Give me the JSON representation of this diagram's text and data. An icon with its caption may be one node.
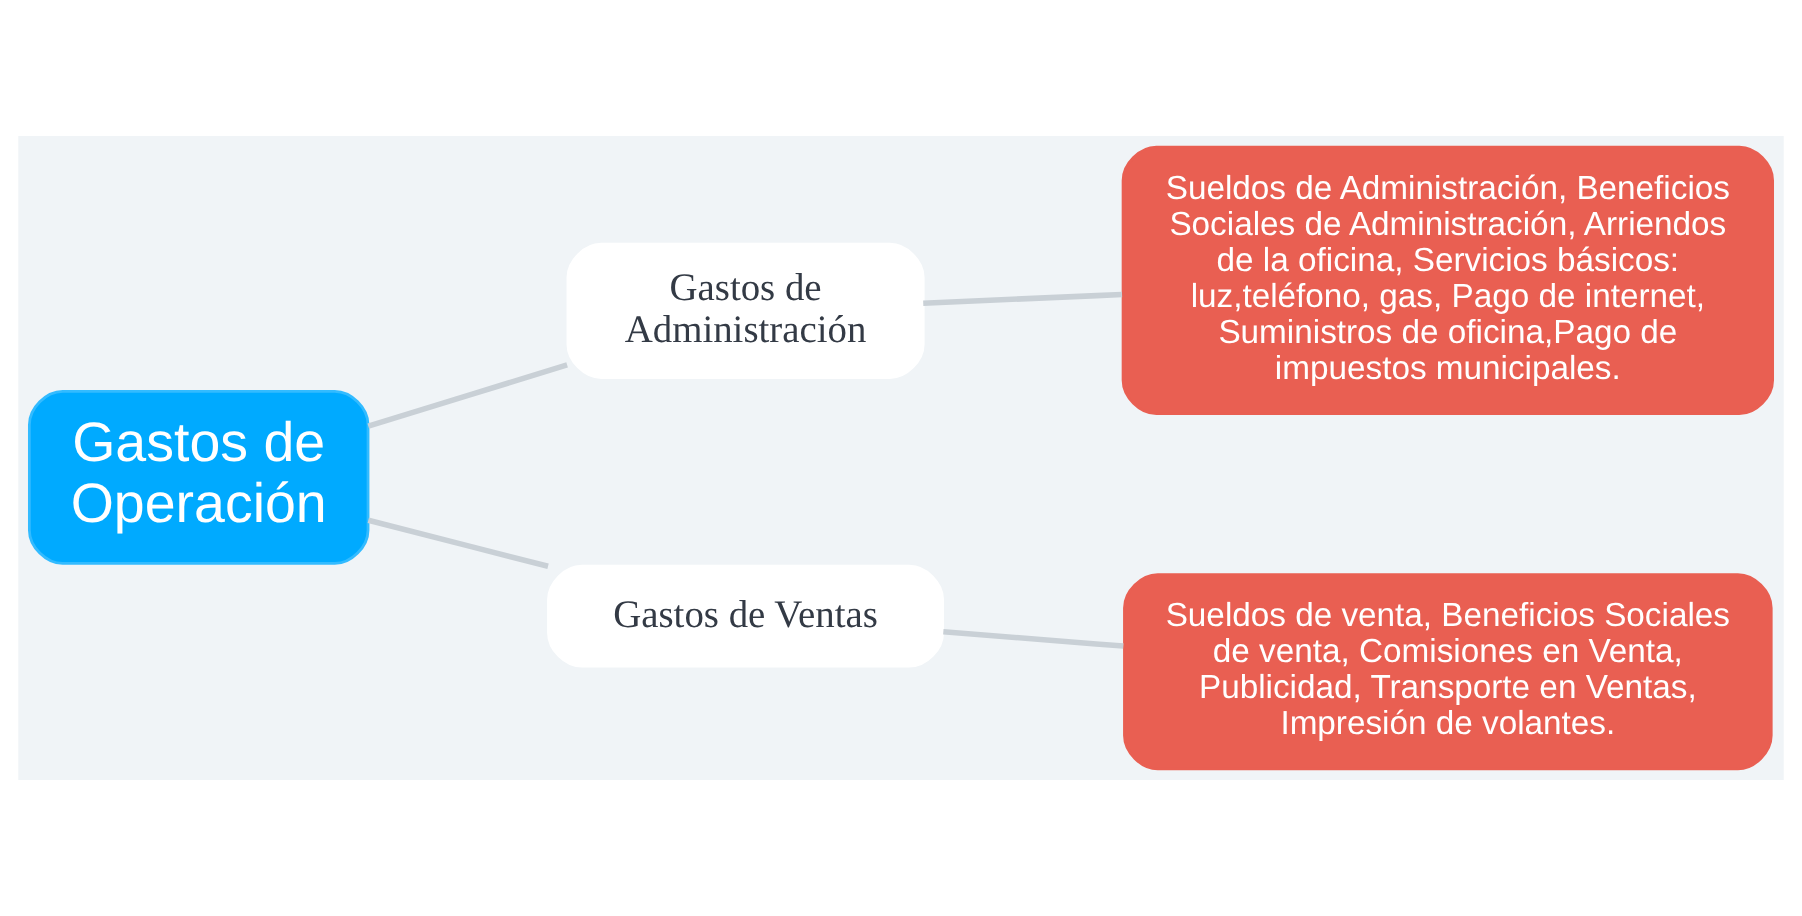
{
  "diagram": {
    "nodes": [
      {
        "text": [
          "Gastos de Operación"
        ]
      },
      {
        "text": [
          "Gastos de Administración"
        ]
      },
      {
        "text": [
          "Sueldos de Administración, Beneficios Sociales de Administración, Arriendos de la oficina, Servicios básicos: luz,teléfono, gas, Pago de internet, Suministros de oficina,Pago de impuestos municipales."
        ]
      },
      {
        "text": [
          "Gastos de Ventas"
        ]
      },
      {
        "text": [
          "Sueldos de venta, Beneficios Sociales de venta, Comisiones en Venta, Publicidad, Transporte en Ventas, Impresión de volantes."
        ]
      }
    ],
    "edges": [
      {
        "from": 0,
        "to": 1,
        "arrow": "none"
      },
      {
        "from": 1,
        "to": 2,
        "arrow": "none"
      },
      {
        "from": 0,
        "to": 3,
        "arrow": "none"
      },
      {
        "from": 3,
        "to": 4,
        "arrow": "none"
      }
    ]
  }
}
